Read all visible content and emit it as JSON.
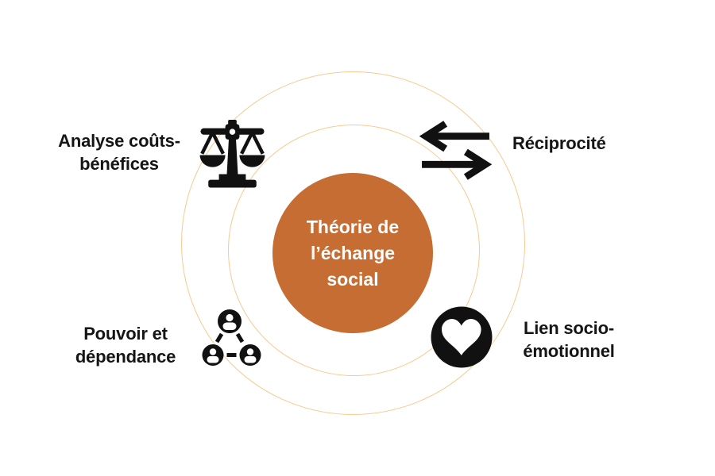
{
  "diagram": {
    "title": "Théorie de l'échange social",
    "center": {
      "lines": [
        "Théorie de",
        "l’échange",
        "social"
      ]
    },
    "nodes": {
      "top_left": {
        "lines": [
          "Analyse coûts-",
          "bénéfices"
        ],
        "icon": "balance-scale-icon"
      },
      "top_right": {
        "lines": [
          "Réciprocité"
        ],
        "icon": "exchange-arrows-icon"
      },
      "bottom_left": {
        "lines": [
          "Pouvoir et",
          "dépendance"
        ],
        "icon": "people-network-icon"
      },
      "bottom_right": {
        "lines": [
          "Lien socio-",
          "émotionnel"
        ],
        "icon": "heart-circle-icon"
      }
    },
    "colors": {
      "center_fill": "#C66D34",
      "center_text": "#FFFFFF",
      "ring_stroke": "#F8CA8F",
      "icon_color": "#111111",
      "label_text": "#151515",
      "background": "#FFFFFF"
    }
  }
}
